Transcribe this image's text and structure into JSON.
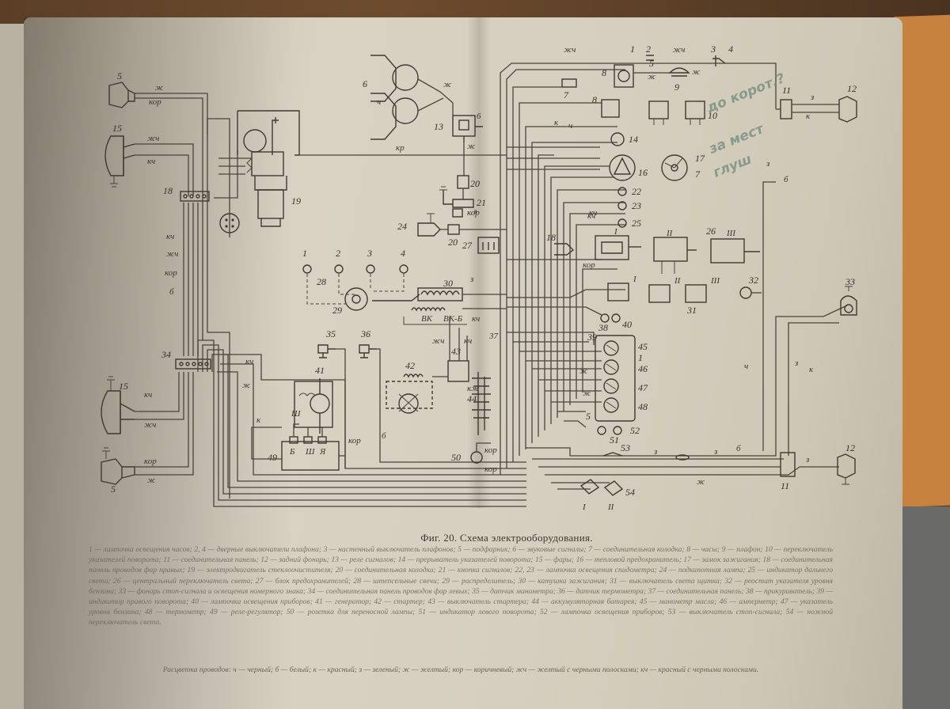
{
  "figure": {
    "caption": "Фиг. 20. Схема электрооборудования.",
    "legend": "1 — лампочка освещения часов; 2, 4 — дверные выключатели плафона; 3 — настенный выключатель плафонов; 5 — подфарник; 6 — звуковые сигналы; 7 — соединительная колодка; 8 — часы; 9 — плафон; 10 — переключатель указателей поворота; 11 — соединительная панель; 12 — задний фонарь; 13 — реле сигналов; 14 — прерыватель указателей поворота; 15 — фары; 16 — тепловой предохранитель; 17 — замок зажигания; 18 — соединительная панель проводов фар правых; 19 — электродвигатель стеклоочистителя; 20 — соединительная колодка; 21 — кнопка сигналов; 22, 23 — лампочка освещения спидометра; 24 — подкапотная лампа; 25 — индикатор дальнего света; 26 — центральный переключатель света; 27 — блок предохранителей; 28 — штепсельные свечи; 29 — распределитель; 30 — катушка зажигания; 31 — выключатель света щитка; 32 — реостат указателя уровня бензина; 33 — фонарь стоп-сигнала и освещения номерного знака; 34 — соединительная панель проводов фар левых; 35 — датчик манометра; 36 — датчик термометра; 37 — соединительная панель; 38 — прикуриватель; 39 — индикатор правого поворота; 40 — лампочка освещения приборов; 41 — генератор; 42 — стартер; 43 — выключатель стартера; 44 — аккумуляторная батарея; 45 — манометр масла; 46 — амперметр; 47 — указатель уровня бензина; 48 — термометр; 49 — реле-регулятор; 50 — розетка для переносной лампы; 51 — индикатор левого поворота; 52 — лампочка освещения приборов; 53 — выключатель стоп-сигнала; 54 — ножной переключатель света.",
    "wire_colors": "Расцветка проводов: ч — черный; б — белый; к — красный; з — зеленый; ж — желтый; кор — коричневый; жч — желтый с черными полосками; кч — красный с черными полосками."
  },
  "labels": {
    "n1": "1",
    "n2": "2",
    "n3": "3",
    "n4": "4",
    "n5": "5",
    "n6": "6",
    "n7": "7",
    "n8": "8",
    "n9": "9",
    "n10": "10",
    "n11": "11",
    "n12": "12",
    "n13": "13",
    "n14": "14",
    "n15": "15",
    "n16": "16",
    "n17": "17",
    "n18": "18",
    "n19": "19",
    "n20": "20",
    "n21": "21",
    "n22": "22",
    "n23": "23",
    "n24": "24",
    "n25": "25",
    "n26": "26",
    "n27": "27",
    "n28": "28",
    "n29": "29",
    "n30": "30",
    "n31": "31",
    "n32": "32",
    "n33": "33",
    "n34": "34",
    "n35": "35",
    "n36": "36",
    "n37": "37",
    "n38": "38",
    "n39": "39",
    "n40": "40",
    "n41": "41",
    "n42": "42",
    "n43": "43",
    "n44": "44",
    "n45": "45",
    "n46": "46",
    "n47": "47",
    "n48": "48",
    "n49": "49",
    "n50": "50",
    "n51": "51",
    "n52": "52",
    "n53": "53",
    "n54": "54",
    "roman1": "I",
    "roman2": "II",
    "roman3": "III",
    "w_zh": "ж",
    "w_kor": "кор",
    "w_zhch": "жч",
    "w_kch": "кч",
    "w_b": "б",
    "w_z": "з",
    "w_ch": "ч",
    "w_k": "к",
    "w_kr": "кр",
    "term_b": "Б",
    "term_sh": "Ш",
    "term_ya": "Я",
    "vk": "ВК",
    "vkb": "ВК-Б",
    "kzh": "кж"
  },
  "pencil": {
    "a": "до корот.?",
    "b": "за мест",
    "c": "глуш"
  }
}
